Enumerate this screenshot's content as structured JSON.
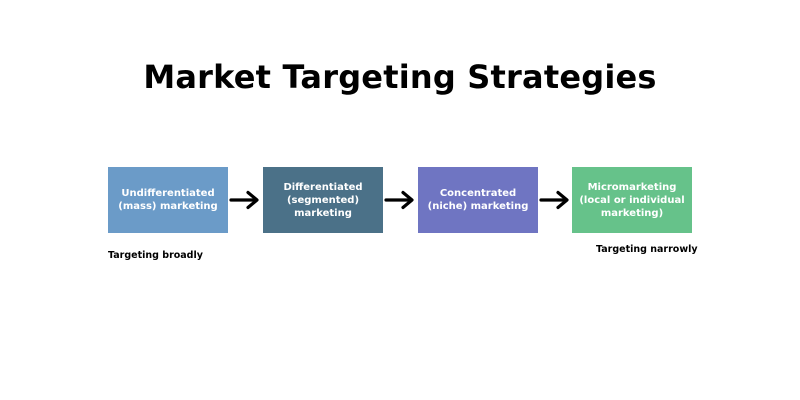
{
  "title": "Market Targeting Strategies",
  "steps": [
    {
      "label": "Undifferentiated (mass) marketing",
      "color": "#6b9bc8"
    },
    {
      "label": "Differentiated (segmented) marketing",
      "color": "#4b7188"
    },
    {
      "label": "Concentrated (niche) marketing",
      "color": "#6f75c2"
    },
    {
      "label": "Micromarketing (local or individual marketing)",
      "color": "#66c28a"
    }
  ],
  "captions": {
    "left": "Targeting broadly",
    "right": "Targeting narrowly"
  }
}
